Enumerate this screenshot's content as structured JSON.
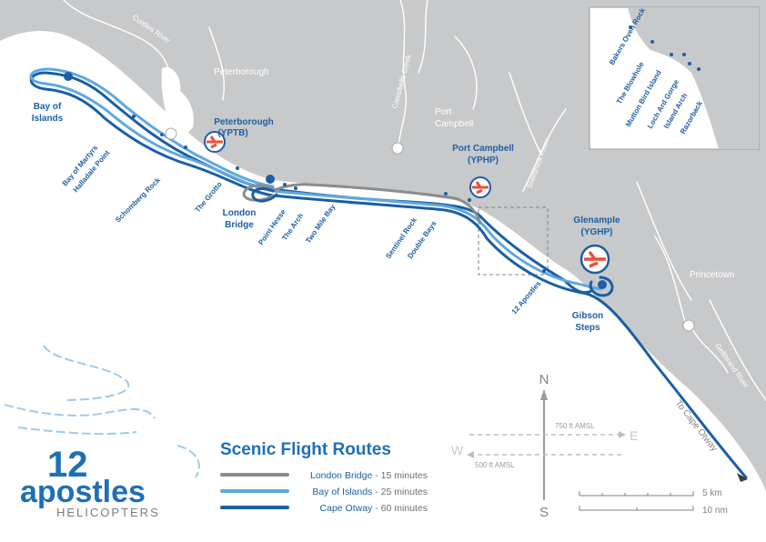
{
  "legend": {
    "title": "Scenic Flight Routes",
    "routes": [
      {
        "name": "London Bridge",
        "duration": " - 15 minutes",
        "color": "#8a8c8e"
      },
      {
        "name": "Bay of Islands",
        "duration": " - 25 minutes",
        "color": "#5fa8e0"
      },
      {
        "name": "Cape Otway",
        "duration": " - 60 minutes",
        "color": "#1a5ea6"
      }
    ]
  },
  "logo": {
    "number": "12",
    "word": "apostles",
    "sub": "HELICOPTERS"
  },
  "helipads": [
    {
      "name": "Peterborough",
      "code": "(YPTB)"
    },
    {
      "name": "Port Campbell",
      "code": "(YPHP)"
    },
    {
      "name": "Glenample",
      "code": "(YGHP)"
    }
  ],
  "towns": {
    "peterborough": "Peterborough",
    "port_campbell_1": "Port",
    "port_campbell_2": "Campbell",
    "princetown": "Princetown"
  },
  "rivers": {
    "curdies": "Curdies River",
    "campbells": "Campbells Creek",
    "sherbrook": "Sherbrook River",
    "gellibrand": "Gellibrand River"
  },
  "places": {
    "bay_of_islands_1": "Bay of",
    "bay_of_islands_2": "Islands",
    "london_bridge_1": "London",
    "london_bridge_2": "Bridge",
    "gibson_1": "Gibson",
    "gibson_2": "Steps"
  },
  "features": {
    "bay_of_martyrs": "Bay of Martyrs",
    "halladale": "Halladale Point",
    "schomberg": "Schomberg Rock",
    "grotto": "The Grotto",
    "point_hesse": "Point Hesse",
    "the_arch": "The Arch",
    "two_mile_bay": "Two Mile Bay",
    "sentinel": "Sentinel Rock",
    "double_bays": "Double Bays",
    "twelve_apostles": "12 Apostles",
    "to_cape_otway": "To Cape Otway"
  },
  "inset": {
    "bakers": "Bakers Oven Rock",
    "blowhole": "The Blowhole",
    "mutton": "Mutton Bird Island",
    "loch_ard": "Loch Ard Gorge",
    "island_arch": "Island Arch",
    "razorback": "Razorback"
  },
  "compass": {
    "n": "N",
    "s": "S",
    "e": "E",
    "w": "W",
    "upper": "750 ft AMSL",
    "lower": "500 ft AMSL"
  },
  "scale": {
    "km": "5 km",
    "nm": "10 nm"
  }
}
